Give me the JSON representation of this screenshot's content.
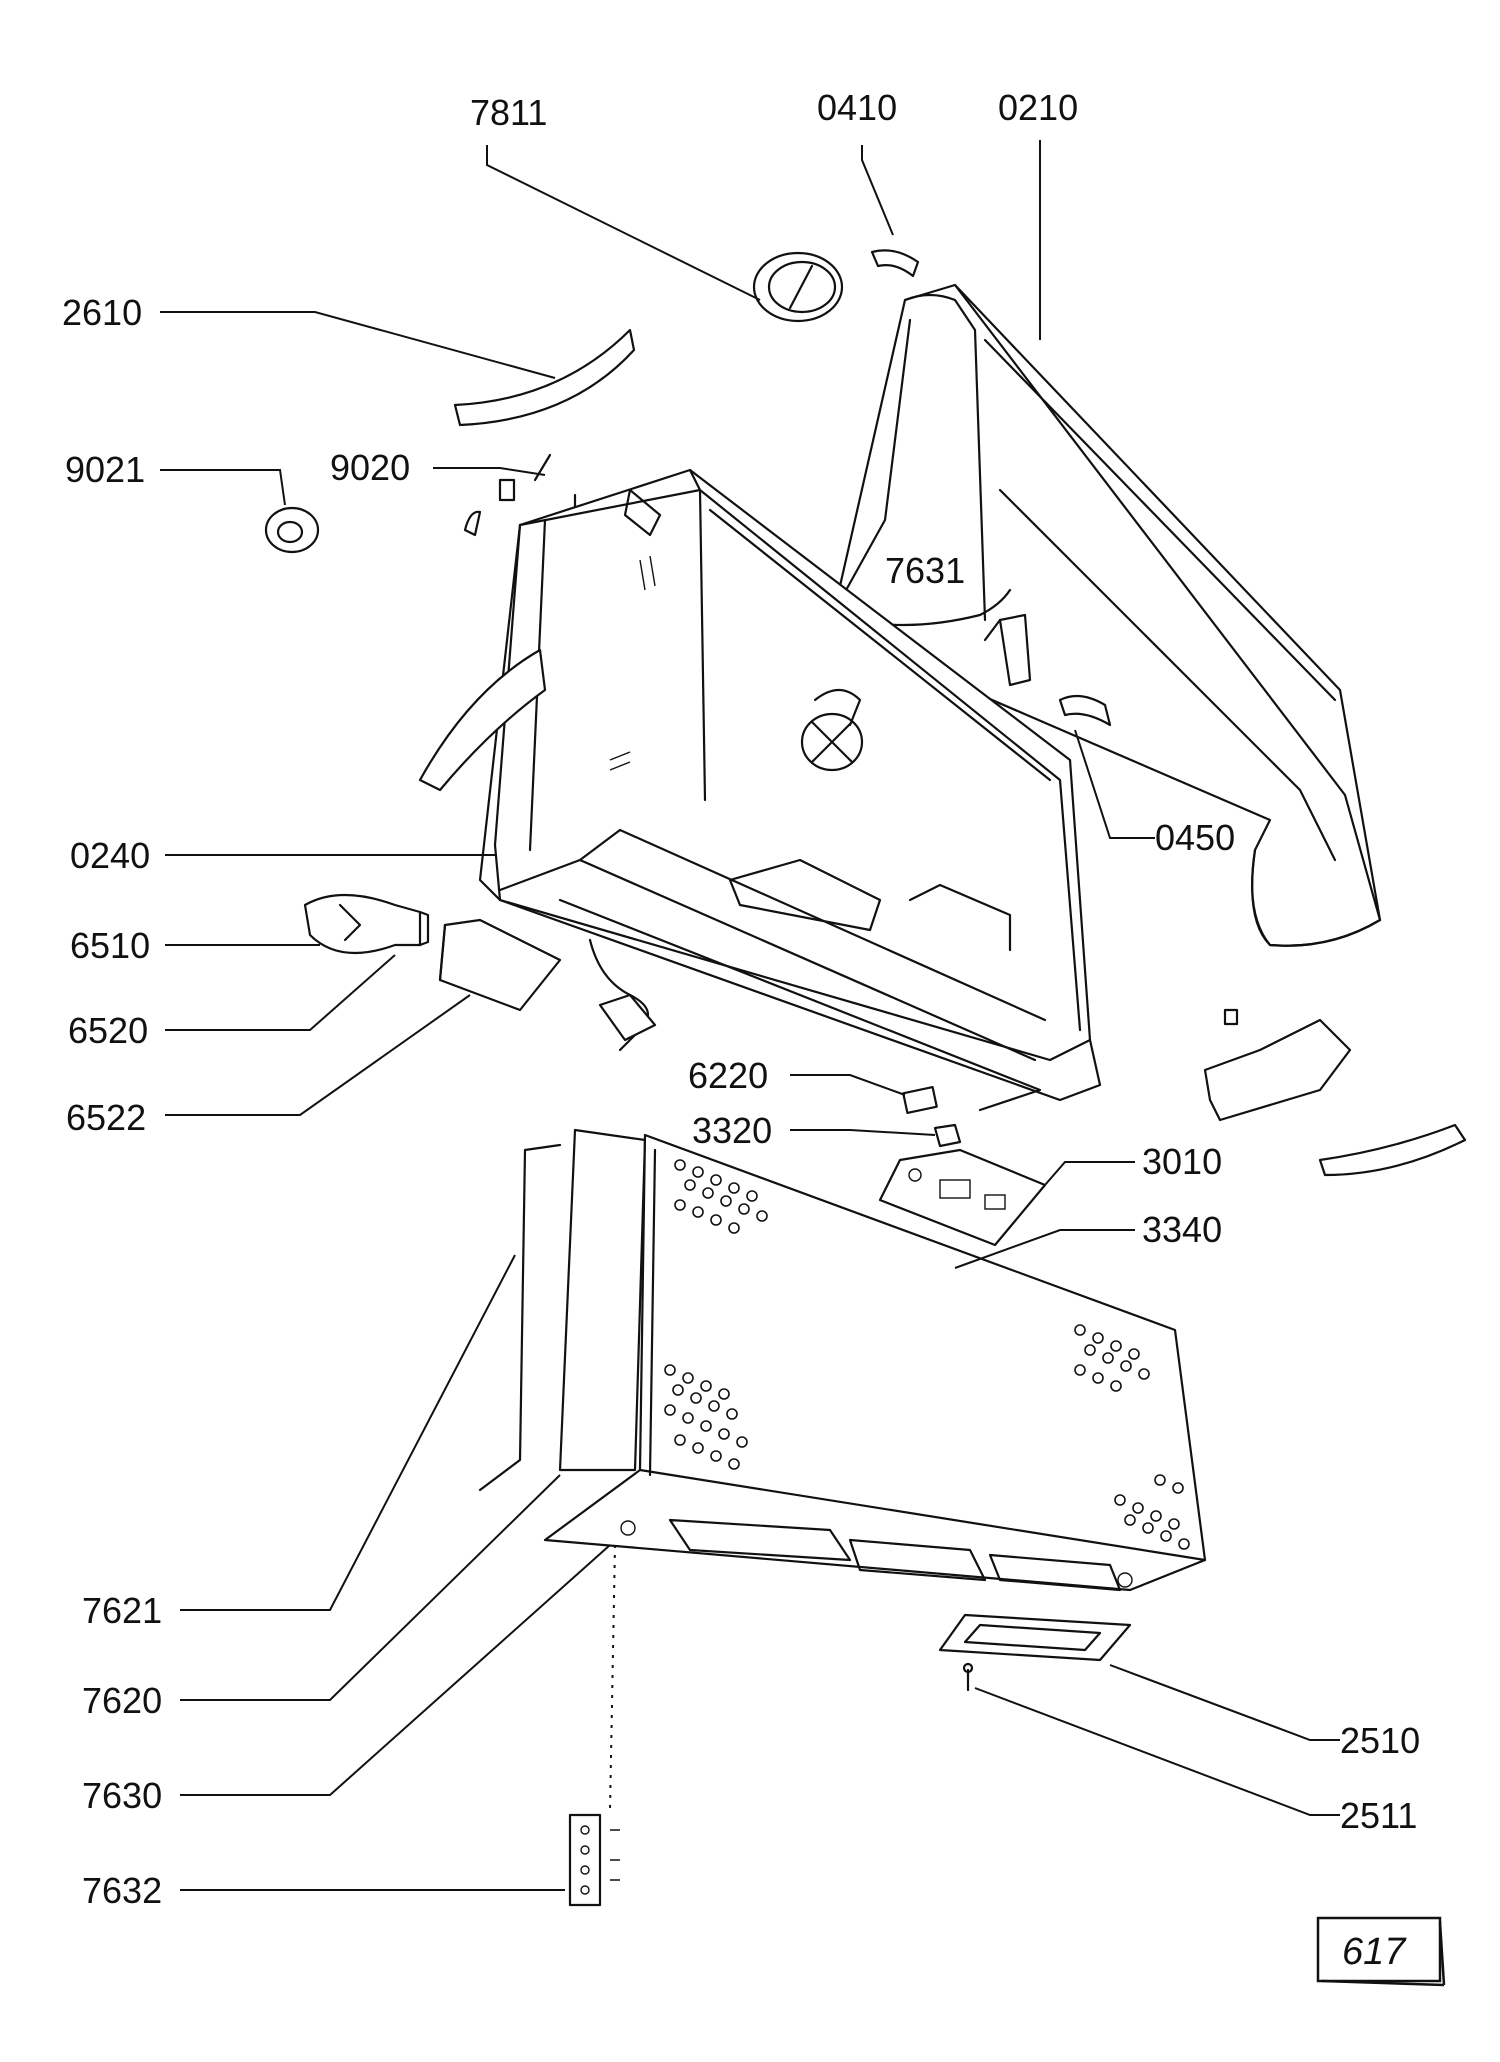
{
  "labels": {
    "l7811": "7811",
    "l0410": "0410",
    "l0210": "0210",
    "l2610": "2610",
    "l9021": "9021",
    "l9020": "9020",
    "l7631": "7631",
    "l0450": "0450",
    "l0240": "0240",
    "l6510": "6510",
    "l6520": "6520",
    "l6522": "6522",
    "l6220": "6220",
    "l3320": "3320",
    "l3010": "3010",
    "l3340": "3340",
    "l7621": "7621",
    "l7620": "7620",
    "l7630": "7630",
    "l7632": "7632",
    "l2510": "2510",
    "l2511": "2511"
  },
  "page_number": "617"
}
